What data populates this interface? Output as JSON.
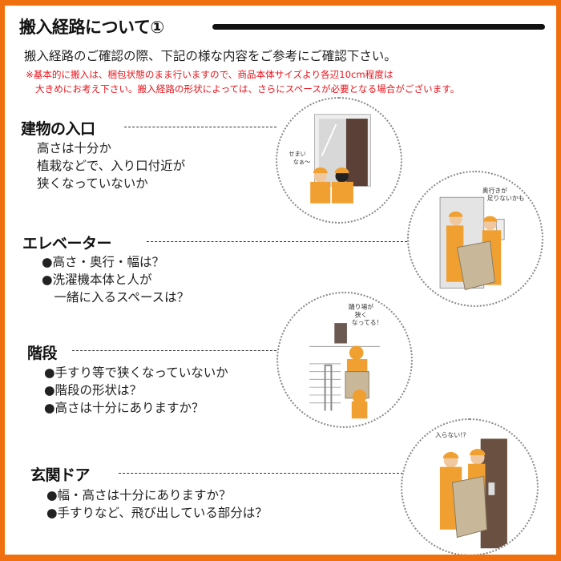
{
  "header": {
    "title": "搬入経路について①",
    "lead": "搬入経路のご確認の際、下記の様な内容をご参考にご確認下さい。",
    "note_line1": "※基本的に搬入は、梱包状態のまま行いますので、商品本体サイズより各辺10cm程度は",
    "note_line2": "大きめにお考え下さい。搬入経路の形状によっては、さらにスペースが必要となる場合がございます。"
  },
  "sections": [
    {
      "heading": "建物の入口",
      "items": [
        "高さは十分か",
        "植栽などで、入り口付近が",
        "狭くなっていないか"
      ],
      "bubble": [
        "せまい",
        "なぁ〜"
      ]
    },
    {
      "heading": "エレベーター",
      "items": [
        "●高さ・奥行・幅は？",
        "●洗濯機本体と人が",
        "　一緒に入るスペースは？"
      ],
      "bubble": [
        "奥行きが",
        "足りないかも"
      ]
    },
    {
      "heading": "階段",
      "items": [
        "●手すり等で狭くなっていないか",
        "●階段の形状は？",
        "●高さは十分にありますか？"
      ],
      "bubble": [
        "踊り場が",
        "狭く",
        "なってる！"
      ]
    },
    {
      "heading": "玄関ドア",
      "items": [
        "●幅・高さは十分にありますか？",
        "●手すりなど、飛び出している部分は？"
      ],
      "bubble": [
        "入らない!?"
      ]
    }
  ],
  "colors": {
    "frame": "#f07010",
    "note": "#e8141c",
    "worker": "#f0a030"
  }
}
